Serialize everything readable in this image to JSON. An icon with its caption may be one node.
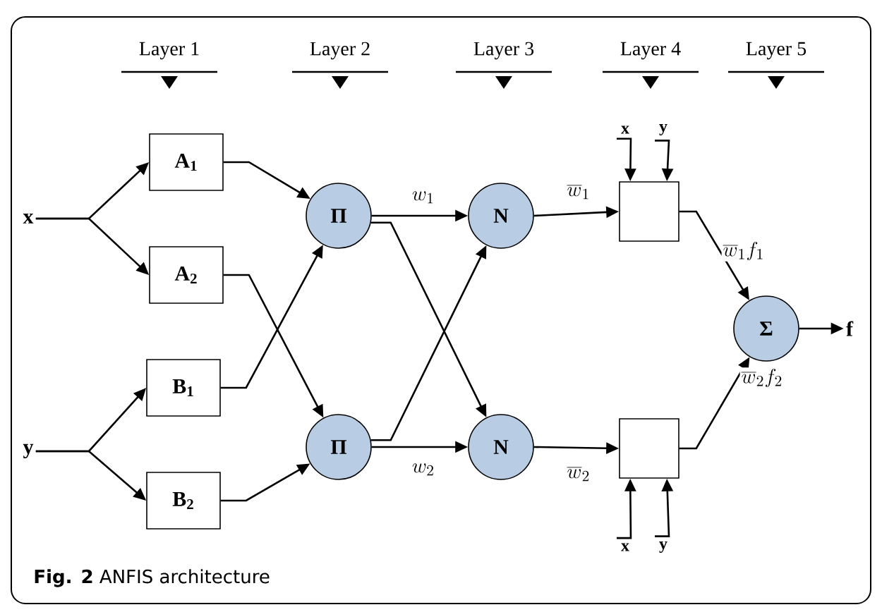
{
  "diagram": {
    "caption": "**Fig. 2** ANFIS architecture",
    "nodes": [
      {
        "text": [
          "x"
        ]
      },
      {
        "text": [
          "y"
        ]
      },
      {
        "text": [
          "A$_{1}$"
        ]
      },
      {
        "text": [
          "A$_{2}$"
        ]
      },
      {
        "text": [
          "B$_{1}$"
        ]
      },
      {
        "text": [
          "B$_{2}$"
        ]
      },
      {
        "text": [
          "Π"
        ]
      },
      {
        "text": [
          "Π"
        ]
      },
      {
        "text": [
          "N"
        ]
      },
      {
        "text": [
          "N"
        ]
      },
      {
        "text": [],
        "shape": "box"
      },
      {
        "text": [],
        "shape": "box"
      },
      {
        "text": [
          "Σ"
        ]
      },
      {
        "text": [
          "f"
        ]
      },
      {
        "text": [
          "x"
        ]
      },
      {
        "text": [
          "y"
        ]
      },
      {
        "text": [
          "x"
        ]
      },
      {
        "text": [
          "y"
        ]
      }
    ],
    "edges": [
      {
        "from": 0,
        "to": 2,
        "arrow": "to"
      },
      {
        "from": 0,
        "to": 3,
        "arrow": "to"
      },
      {
        "from": 1,
        "to": 4,
        "arrow": "to"
      },
      {
        "from": 1,
        "to": 5,
        "arrow": "to"
      },
      {
        "from": 2,
        "to": 6,
        "arrow": "to"
      },
      {
        "from": 3,
        "to": 7,
        "arrow": "to"
      },
      {
        "from": 4,
        "to": 6,
        "arrow": "to"
      },
      {
        "from": 5,
        "to": 7,
        "arrow": "to"
      },
      {
        "from": 6,
        "to": 8,
        "arrow": "to",
        "label": "w_{1}"
      },
      {
        "from": 6,
        "to": 9,
        "arrow": "to"
      },
      {
        "from": 7,
        "to": 8,
        "arrow": "to"
      },
      {
        "from": 7,
        "to": 9,
        "arrow": "to",
        "label": "w_{2}"
      },
      {
        "from": 8,
        "to": 10,
        "arrow": "to",
        "label": "\\overline{w}_{1}"
      },
      {
        "from": 9,
        "to": 11,
        "arrow": "to",
        "label": "\\overline{w}_{2}"
      },
      {
        "from": 10,
        "to": 12,
        "arrow": "to",
        "label": "\\overline{w}_{1}f_{1}"
      },
      {
        "from": 11,
        "to": 12,
        "arrow": "to",
        "label": "\\overline{w}_{2}f_{2}"
      },
      {
        "from": 12,
        "to": 13,
        "arrow": "to"
      },
      {
        "from": 14,
        "to": 10,
        "arrow": "to"
      },
      {
        "from": 15,
        "to": 10,
        "arrow": "to"
      },
      {
        "from": 16,
        "to": 11,
        "arrow": "to"
      },
      {
        "from": 17,
        "to": 11,
        "arrow": "to"
      }
    ],
    "labels": [
      "Layer 1",
      "Layer 2",
      "Layer 3",
      "Layer 4",
      "Layer 5"
    ]
  }
}
